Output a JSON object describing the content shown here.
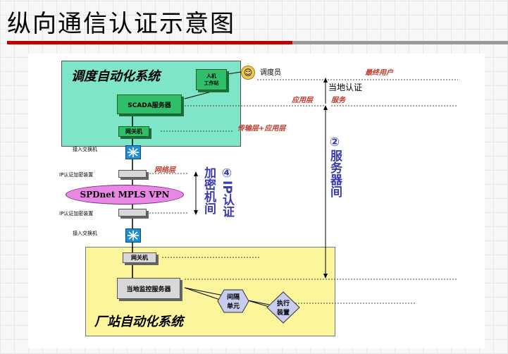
{
  "slide": {
    "title": "纵向通信认证示意图"
  },
  "diagram": {
    "top_zone_label": "调度自动化系统",
    "bottom_zone_label": "厂站自动化系统",
    "hmi_workstation": "人机\n工作站",
    "scada_server": "SCADA服务器",
    "gateway_top": "网关机",
    "access_switch_top": "接入交换机",
    "ip_encryptor_top": "IP认证加密装置",
    "vpn_cloud": "SPDnet MPLS VPN",
    "ip_encryptor_bottom": "IP认证加密装置",
    "access_switch_bottom": "接入交换机",
    "gateway_bottom": "网关机",
    "local_monitor_server": "当地监控服务器",
    "isolation_unit": "间隔\n单元",
    "execution_device": "执行\n装置",
    "dispatcher": "调度员",
    "end_user": "最终用户",
    "local_auth": "当地认证",
    "app_layer": "应用层",
    "service": "服务",
    "transport_app_layer": "传输层+应用层",
    "network_layer": "网络层",
    "encryptor_auth": "④IP认证",
    "encryptor_between": "加密机间",
    "server_between": "②服务器间"
  }
}
